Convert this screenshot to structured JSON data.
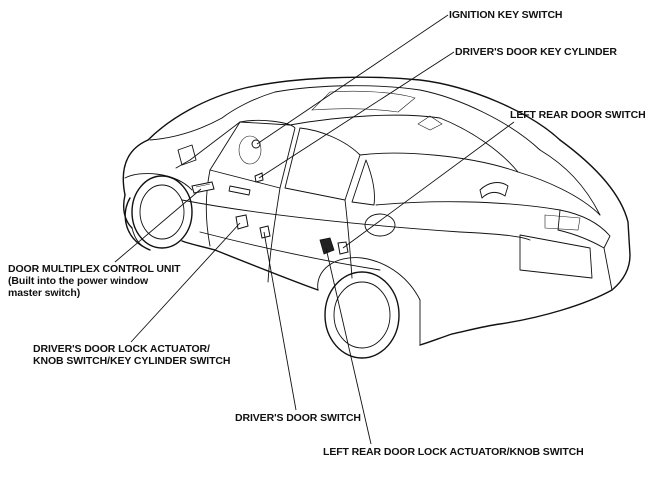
{
  "labels": {
    "ignition_key_switch": "IGNITION KEY SWITCH",
    "drivers_door_key_cylinder": "DRIVER'S DOOR KEY CYLINDER",
    "left_rear_door_switch": "LEFT REAR DOOR SWITCH",
    "door_multiplex_control_unit": {
      "line1": "DOOR MULTIPLEX CONTROL UNIT",
      "line2": "(Built into the power window",
      "line3": "master switch)"
    },
    "drivers_door_lock_actuator": {
      "line1": "DRIVER'S DOOR LOCK ACTUATOR/",
      "line2": "KNOB SWITCH/KEY CYLINDER SWITCH"
    },
    "drivers_door_switch": "DRIVER'S DOOR SWITCH",
    "left_rear_door_lock_actuator": "LEFT REAR DOOR LOCK ACTUATOR/KNOB SWITCH"
  }
}
